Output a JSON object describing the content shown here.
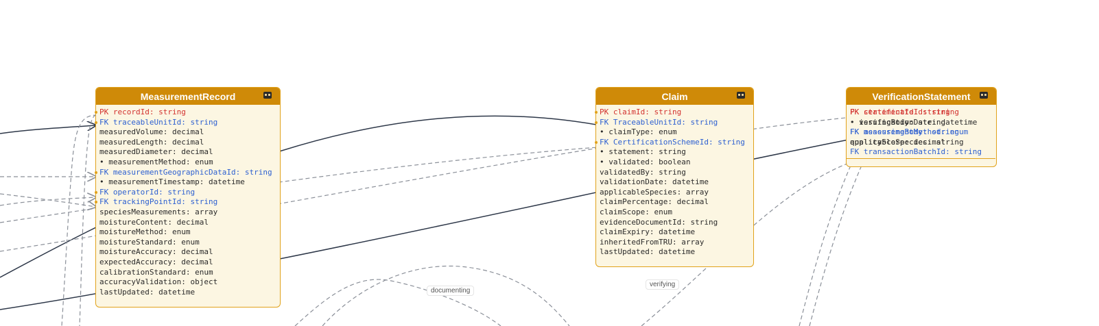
{
  "entities": {
    "measurement": {
      "title": "MeasurementRecord",
      "fields": [
        {
          "text": "PK recordId: string",
          "kind": "pk"
        },
        {
          "text": "FK traceableUnitId: string",
          "kind": "fk"
        },
        {
          "text": "measuredVolume: decimal",
          "kind": "plain"
        },
        {
          "text": "measuredLength: decimal",
          "kind": "plain"
        },
        {
          "text": "measuredDiameter: decimal",
          "kind": "plain"
        },
        {
          "text": "• measurementMethod: enum",
          "kind": "plain"
        },
        {
          "text": "FK measurementGeographicDataId: string",
          "kind": "fk"
        },
        {
          "text": "• measurementTimestamp: datetime",
          "kind": "plain"
        },
        {
          "text": "FK operatorId: string",
          "kind": "fk"
        },
        {
          "text": "FK trackingPointId: string",
          "kind": "fk"
        },
        {
          "text": "speciesMeasurements: array",
          "kind": "plain"
        },
        {
          "text": "moistureContent: decimal",
          "kind": "plain"
        },
        {
          "text": "moistureMethod: enum",
          "kind": "plain"
        },
        {
          "text": "moistureStandard: enum",
          "kind": "plain"
        },
        {
          "text": "moistureAccuracy: decimal",
          "kind": "plain"
        },
        {
          "text": "expectedAccuracy: decimal",
          "kind": "plain"
        },
        {
          "text": "calibrationStandard: enum",
          "kind": "plain"
        },
        {
          "text": "accuracyValidation: object",
          "kind": "plain"
        },
        {
          "text": "lastUpdated: datetime",
          "kind": "plain"
        }
      ]
    },
    "claim": {
      "title": "Claim",
      "fields": [
        {
          "text": "PK claimId: string",
          "kind": "pk"
        },
        {
          "text": "FK TraceableUnitId: string",
          "kind": "fk"
        },
        {
          "text": "• claimType: enum",
          "kind": "plain"
        },
        {
          "text": "FK CertificationSchemeId: string",
          "kind": "fk"
        },
        {
          "text": "• statement: string",
          "kind": "plain"
        },
        {
          "text": "• validated: boolean",
          "kind": "plain"
        },
        {
          "text": "validatedBy: string",
          "kind": "plain"
        },
        {
          "text": "validationDate: datetime",
          "kind": "plain"
        },
        {
          "text": "applicableSpecies: array",
          "kind": "plain"
        },
        {
          "text": "claimPercentage: decimal",
          "kind": "plain"
        },
        {
          "text": "claimScope: enum",
          "kind": "plain"
        },
        {
          "text": "evidenceDocumentId: string",
          "kind": "plain"
        },
        {
          "text": "claimExpiry: datetime",
          "kind": "plain"
        },
        {
          "text": "inheritedFromTRU: array",
          "kind": "plain"
        },
        {
          "text": "lastUpdated: datetime",
          "kind": "plain"
        }
      ]
    },
    "verification": {
      "title": "VerificationStatement",
      "fields": [
        {
          "text": "PK statementId: string",
          "kind": "pk"
        },
        {
          "text": "FK certificateId: string",
          "kind": "pk"
        },
        {
          "text": "• verificationDate: datetime",
          "kind": "plain"
        },
        {
          "text": "• issuingBody: string",
          "kind": "plain"
        },
        {
          "text": "FK measurementMethod: enum",
          "kind": "fk"
        },
        {
          "text": "FK assessingBody: string",
          "kind": "fk"
        },
        {
          "text": "qualityScore: decimal",
          "kind": "plain"
        },
        {
          "text": "applicableSpecies: string",
          "kind": "plain"
        },
        {
          "text": "FK transactionBatchId: string",
          "kind": "fk"
        }
      ]
    }
  },
  "edge_labels": {
    "documenting": "documenting",
    "verifying": "verifying"
  },
  "icons": {
    "header_icon": "robot-icon"
  },
  "colors": {
    "header": "#cf8a08",
    "body": "#fcf6e2",
    "border": "#e1a21a",
    "pk": "#d2312e",
    "fk": "#2c5fd1",
    "edge_solid": "#2d3748",
    "edge_dashed": "#8a8f98"
  }
}
